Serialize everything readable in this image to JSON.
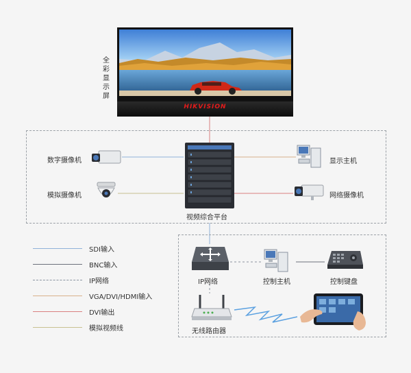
{
  "screen": {
    "label": "全彩显示屏",
    "brand": "HIKVISION"
  },
  "devices": {
    "platform": "视频综合平台",
    "digital_camera": "数字摄像机",
    "analog_camera": "模拟摄像机",
    "display_host": "显示主机",
    "network_camera": "网络摄像机",
    "ip_network": "IP网络",
    "control_host": "控制主机",
    "control_keyboard": "控制键盘",
    "wireless_router": "无线路由器"
  },
  "legend": [
    {
      "label": "SDI输入",
      "color": "#8fb1d9",
      "style": "solid"
    },
    {
      "label": "BNC输入",
      "color": "#6b6f7a",
      "style": "solid"
    },
    {
      "label": "IP网络",
      "color": "#8a93a0",
      "style": "dashed"
    },
    {
      "label": "VGA/DVI/HDMI输入",
      "color": "#d8b08a",
      "style": "solid"
    },
    {
      "label": "DVI输出",
      "color": "#d98080",
      "style": "solid"
    },
    {
      "label": "模拟视频线",
      "color": "#c8c090",
      "style": "solid"
    }
  ]
}
